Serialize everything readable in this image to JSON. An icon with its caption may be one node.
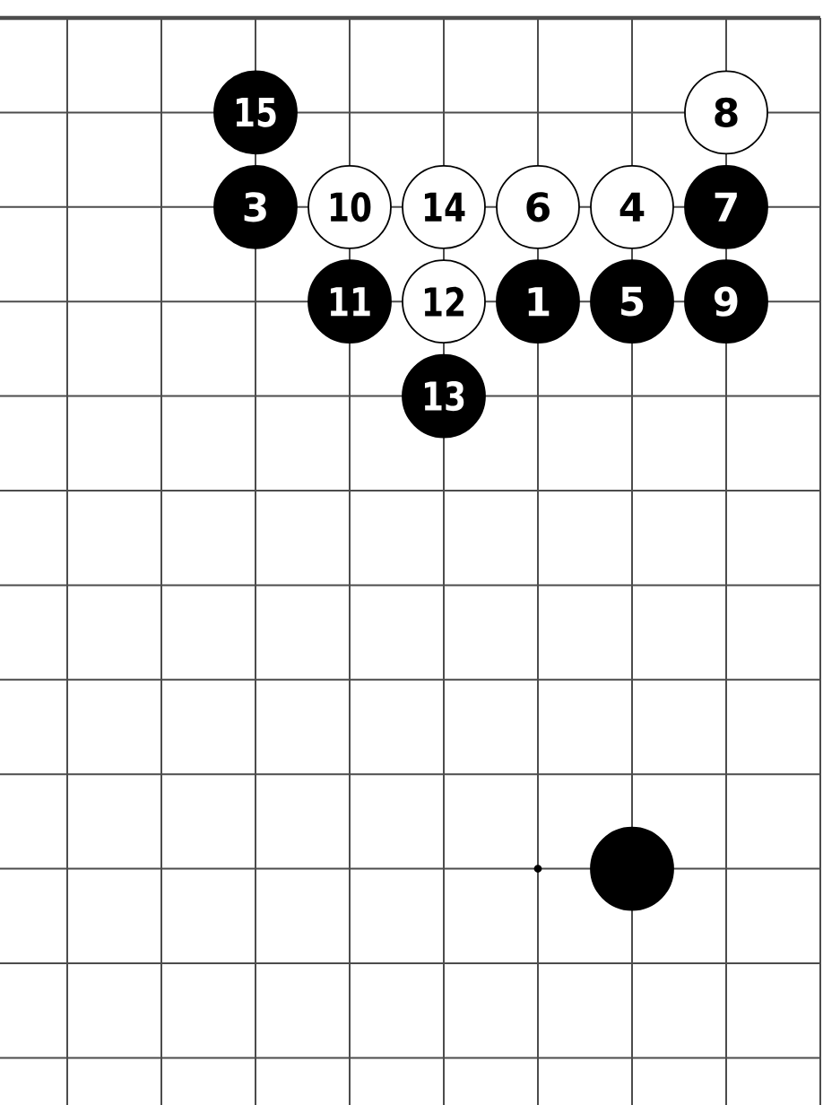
{
  "diagram": {
    "nodes": [
      {
        "text": [
          "15"
        ]
      },
      {
        "text": [
          "8"
        ]
      },
      {
        "text": [
          "3"
        ]
      },
      {
        "text": [
          "10"
        ]
      },
      {
        "text": [
          "14"
        ]
      },
      {
        "text": [
          "6"
        ]
      },
      {
        "text": [
          "4"
        ]
      },
      {
        "text": [
          "7"
        ]
      },
      {
        "text": [
          "11"
        ]
      },
      {
        "text": [
          "12"
        ]
      },
      {
        "text": [
          "1"
        ]
      },
      {
        "text": [
          "5"
        ]
      },
      {
        "text": [
          "9"
        ]
      },
      {
        "text": [
          "13"
        ]
      },
      {
        "text": [],
        "shape": "circle"
      }
    ]
  }
}
